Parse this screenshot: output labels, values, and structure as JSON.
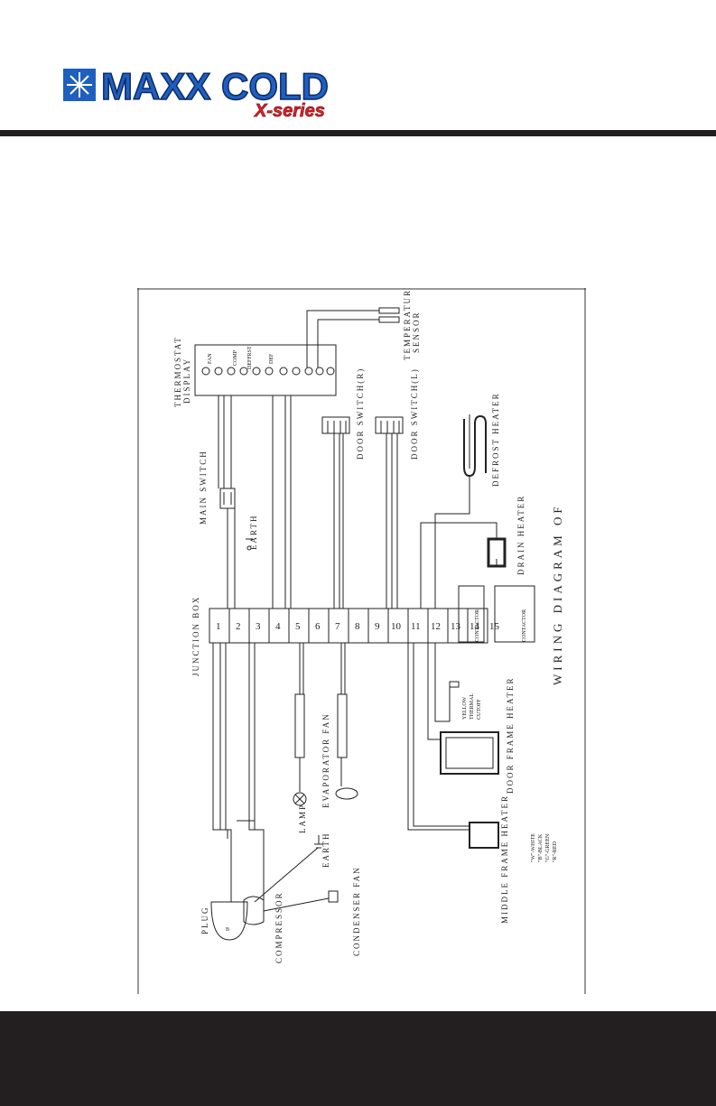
{
  "brand": {
    "name": "MAXX COLD",
    "series": "X-series",
    "colors": {
      "blue": "#1f5fbf",
      "red": "#d8262c",
      "dark": "#231f20"
    }
  },
  "diagram": {
    "title": "WIRING DIAGRAM OF",
    "labels": {
      "thermostat": "THERMOSTAT",
      "display": "DISPLAY",
      "temp_sensor_1": "TEMPERATURE",
      "temp_sensor_2": "SENSOR",
      "door_switch_r": "DOOR SWITCH(R)",
      "door_switch_l": "DOOR SWITCH(L)",
      "defrost_heater": "DEFROST HEATER",
      "drain_heater": "DRAIN HEATER",
      "main_switch": "MAIN SWITCH",
      "earth_top": "EARTH",
      "junction_box": "JUNCTION BOX",
      "contactor_1": "CONTACTOR",
      "contactor_2": "CONTACTOR",
      "yellow": "YELLOW",
      "thermal_1": "THERMAL",
      "thermal_2": "CUTOFF",
      "door_frame_heater": "DOOR FRAME HEATER",
      "evaporator_fan": "EVAPORATOR FAN",
      "lamp": "LAMP",
      "earth_bottom": "EARTH",
      "middle_frame_heater": "MIDDLE FRAME HEATER",
      "plug": "PLUG",
      "compressor": "COMPRESSOR",
      "condenser_fan": "CONDENSER FAN",
      "plug_pin": "B"
    },
    "thermostat_terms": [
      "FAN",
      "COMP",
      "DEFFRST",
      "DEF"
    ],
    "legend": [
      "\"W\"-WHITE",
      "\"B\"-BLACK",
      "\"G\"-GREEN",
      "\"R\"-RED"
    ],
    "terminals": [
      "1",
      "2",
      "3",
      "4",
      "5",
      "6",
      "7",
      "8",
      "9",
      "10",
      "11",
      "12",
      "13",
      "14",
      "15"
    ]
  }
}
